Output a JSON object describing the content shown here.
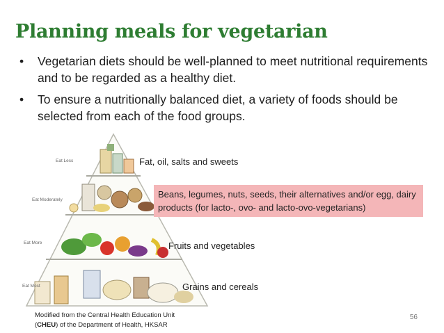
{
  "title": "Planning meals for vegetarian",
  "bullets": [
    "Vegetarian diets should be well-planned to meet nutritional requirements and to be regarded as a healthy diet.",
    "To ensure a nutritionally balanced diet, a variety of foods should be selected from each of the food groups."
  ],
  "bullet_symbol": "•",
  "pyramid": {
    "tier_labels": [
      "Eat Less",
      "Eat Moderately",
      "Eat More",
      "Eat Most"
    ],
    "groups": {
      "fat": "Fat, oil, salts and sweets",
      "protein": "Beans, legumes, nuts, seeds, their alternatives and/or egg, dairy products (for lacto-, ovo- and lacto-ovo-vegetarians)",
      "fruit_veg": "Fruits and vegetables",
      "grains": "Grains and cereals"
    },
    "colors": {
      "highlight": "#f4b6b8",
      "title": "#2e7d32"
    }
  },
  "footnote": {
    "line1": "Modified from the Central Health Education Unit",
    "abbr": "CHEU",
    "line2_rest": ") of the Department of Health, HKSAR",
    "line2_open": "("
  },
  "page_number": "56"
}
